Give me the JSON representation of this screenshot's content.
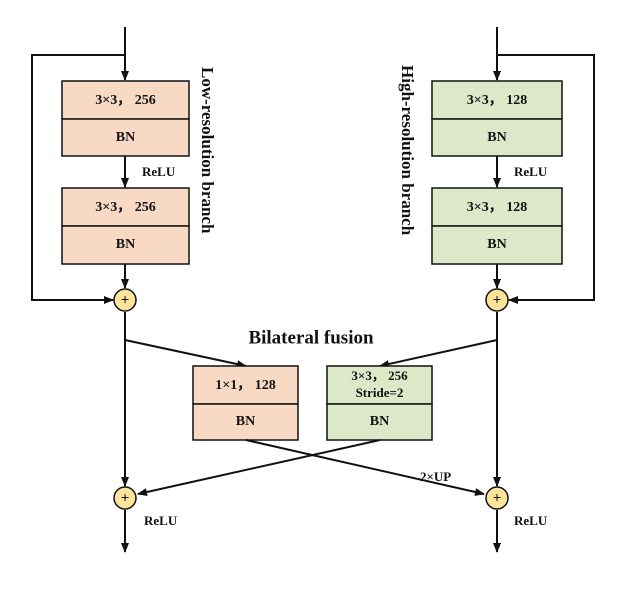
{
  "low_branch": {
    "title": "Low-resolution branch",
    "block1": {
      "conv": "3×3， 256",
      "norm": "BN"
    },
    "activation": "ReLU",
    "block2": {
      "conv": "3×3， 256",
      "norm": "BN"
    },
    "color": "#f8d9c4"
  },
  "high_branch": {
    "title": "High-resolution branch",
    "block1": {
      "conv": "3×3， 128",
      "norm": "BN"
    },
    "activation": "ReLU",
    "block2": {
      "conv": "3×3， 128",
      "norm": "BN"
    },
    "color": "#dde8c8"
  },
  "fusion": {
    "title": "Bilateral fusion",
    "low_block": {
      "conv": "1×1， 128",
      "norm": "BN"
    },
    "high_block": {
      "conv": "3×3， 256",
      "stride": "Stride=2",
      "norm": "BN"
    },
    "upsample": "2×UP",
    "left_activation": "ReLU",
    "right_activation": "ReLU"
  },
  "add_symbol": "+",
  "adder_color": "#fde49a"
}
